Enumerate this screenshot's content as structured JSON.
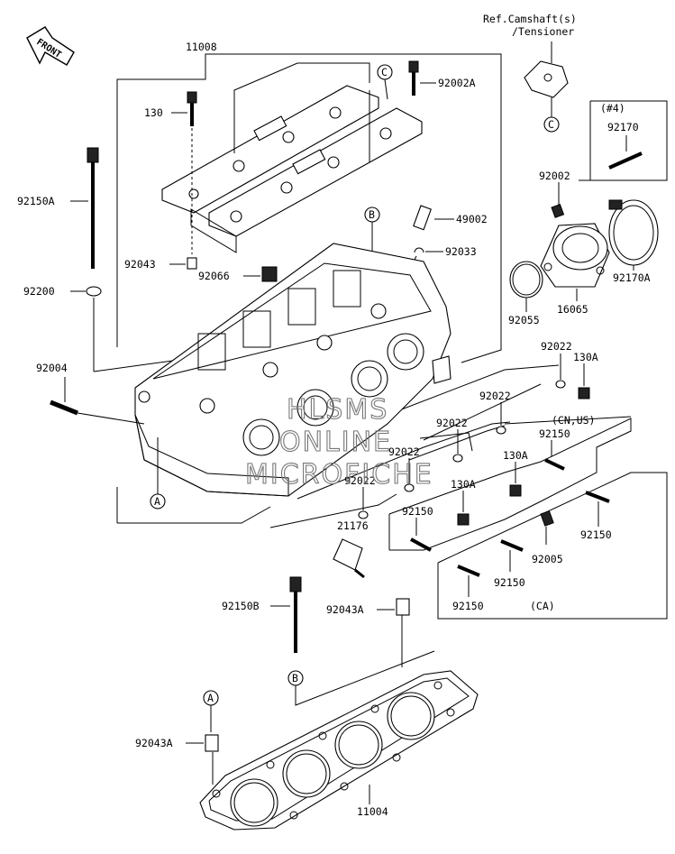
{
  "front_arrow": {
    "text": "FRONT"
  },
  "reference_note": {
    "line1": "Ref.Camshaft(s)",
    "line2": "/Tensioner"
  },
  "qty_note": "(#4)",
  "region_cn_us": "(CN,US)",
  "region_ca": "(CA)",
  "refs": {
    "A": "A",
    "B": "B",
    "C": "C"
  },
  "watermark": {
    "line1": "HLSMS",
    "line2": "ONLINE",
    "line3": "MICROFICHE"
  },
  "parts": {
    "p11008": "11008",
    "p92002A": "92002A",
    "p130_top": "130",
    "p92150A": "92150A",
    "p92043_mid": "92043",
    "p92066": "92066",
    "p49002": "49002",
    "p92033": "92033",
    "p92200": "92200",
    "p92004": "92004",
    "p92002": "92002",
    "p92170": "92170",
    "p92170A": "92170A",
    "p16065": "16065",
    "p92055": "92055",
    "p92022_a": "92022",
    "p130A_a": "130A",
    "p92022_b": "92022",
    "p92022_c": "92022",
    "p92022_d": "92022",
    "p92022_e": "92022",
    "p21176": "21176",
    "p92150_cn": "92150",
    "p130A_b": "130A",
    "p130A_c": "130A",
    "p92150_a": "92150",
    "p92150_b": "92150",
    "p92005": "92005",
    "p92150_c": "92150",
    "p92150_d": "92150",
    "p92150B": "92150B",
    "p92043A_top": "92043A",
    "p92043A_bot": "92043A",
    "p11004": "11004"
  }
}
